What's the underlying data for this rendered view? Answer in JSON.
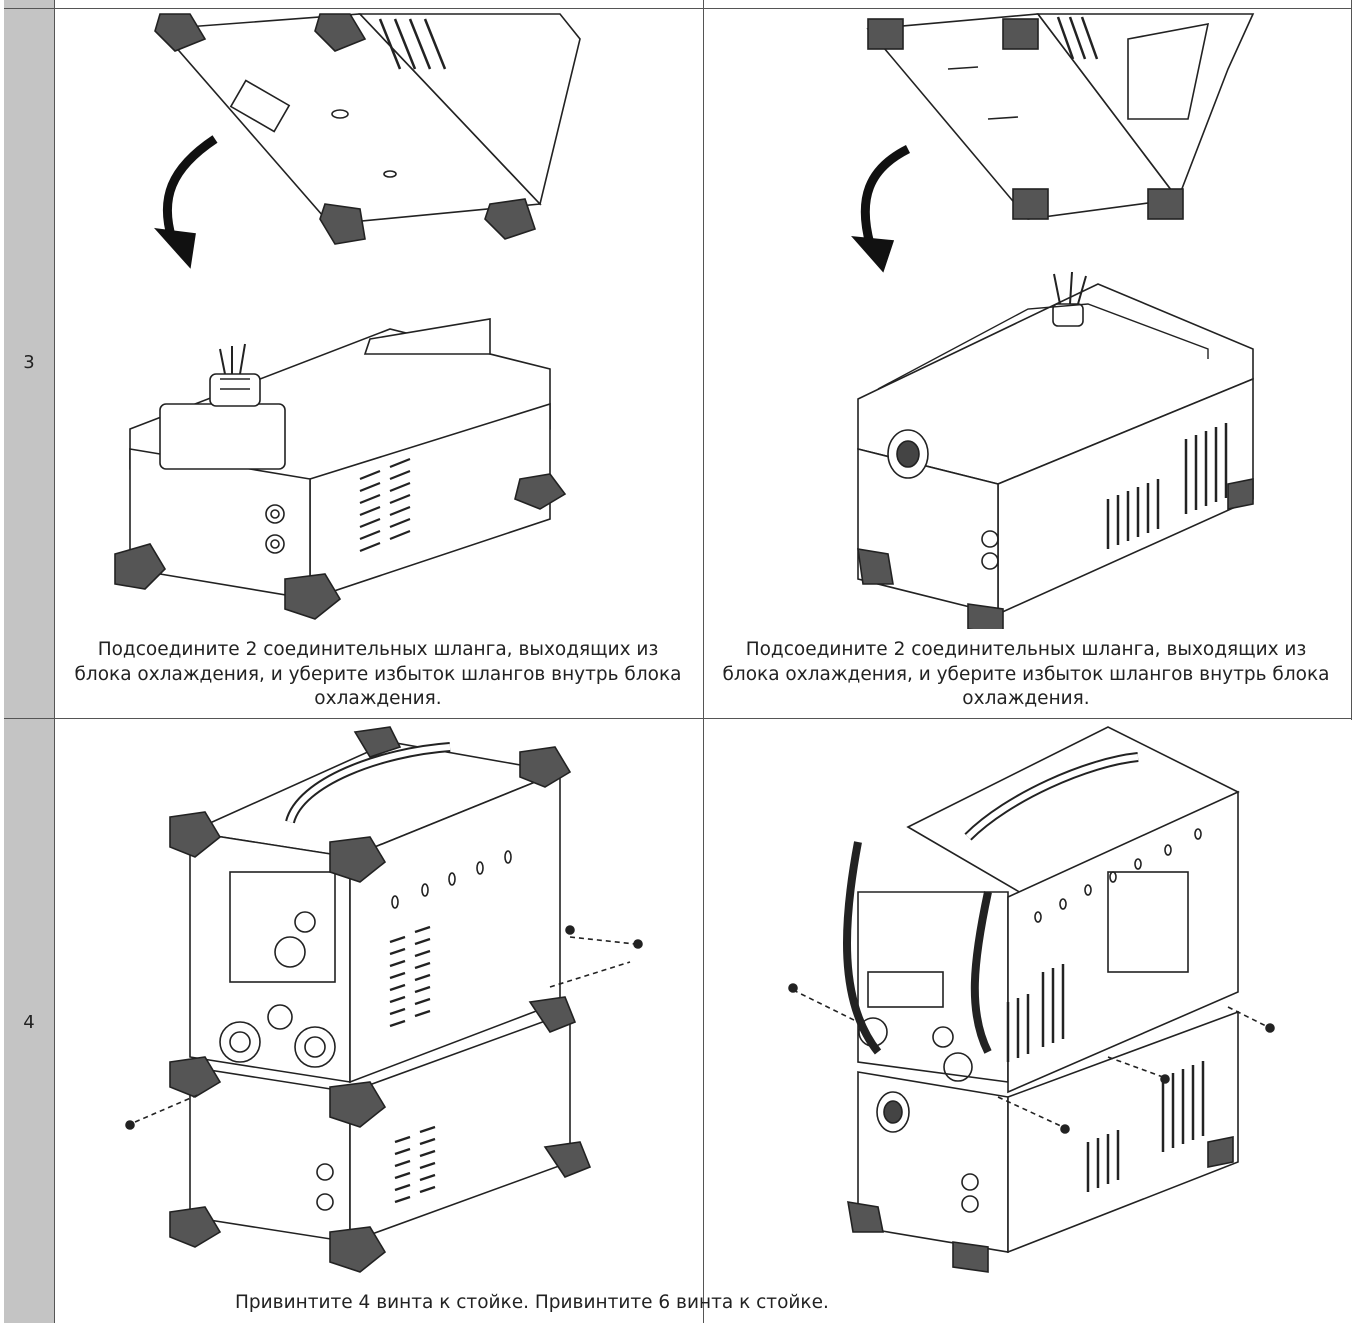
{
  "steps": [
    {
      "number": "3",
      "left_caption": {
        "line1": "Подсоедините 2 соединительных шланга, выходящих из",
        "line2": "блока охлаждения, и уберите избыток шлангов внутрь блока",
        "line3": "охлаждения."
      },
      "right_caption": {
        "line1": "Подсоедините 2 соединительных шланга, выходящих из",
        "line2": "блока охлаждения, и уберите избыток шлангов внутрь блока",
        "line3": "охлаждения."
      }
    },
    {
      "number": "4",
      "bottom_caption": "Привинтите 4 винта к стойке. Привинтите 6 винта к стойке."
    }
  ]
}
